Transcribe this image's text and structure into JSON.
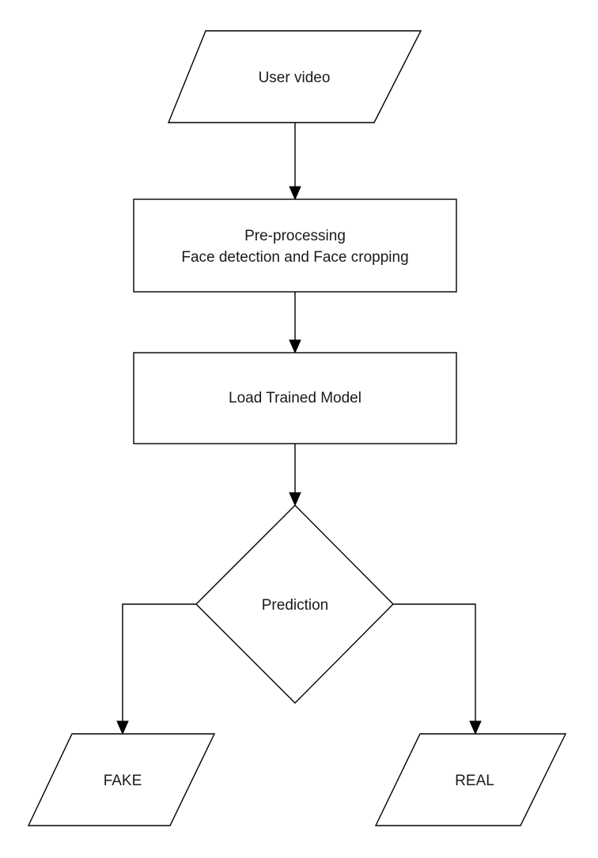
{
  "nodes": {
    "input": {
      "label": "User video"
    },
    "preprocess": {
      "line1": "Pre-processing",
      "line2": "Face detection and Face cropping"
    },
    "model": {
      "label": "Load Trained Model"
    },
    "decision": {
      "label": "Prediction"
    },
    "fake": {
      "label": "FAKE",
      "color": "#ff2a2a"
    },
    "real": {
      "label": "REAL",
      "color": "#22cc22"
    }
  },
  "edges": [
    {
      "from": "input",
      "to": "preprocess"
    },
    {
      "from": "preprocess",
      "to": "model"
    },
    {
      "from": "model",
      "to": "decision"
    },
    {
      "from": "decision",
      "to": "fake"
    },
    {
      "from": "decision",
      "to": "real"
    }
  ],
  "colors": {
    "stroke": "#000000",
    "text": "#1a1a1a",
    "fake": "#ff2a2a",
    "real": "#22cc22"
  }
}
